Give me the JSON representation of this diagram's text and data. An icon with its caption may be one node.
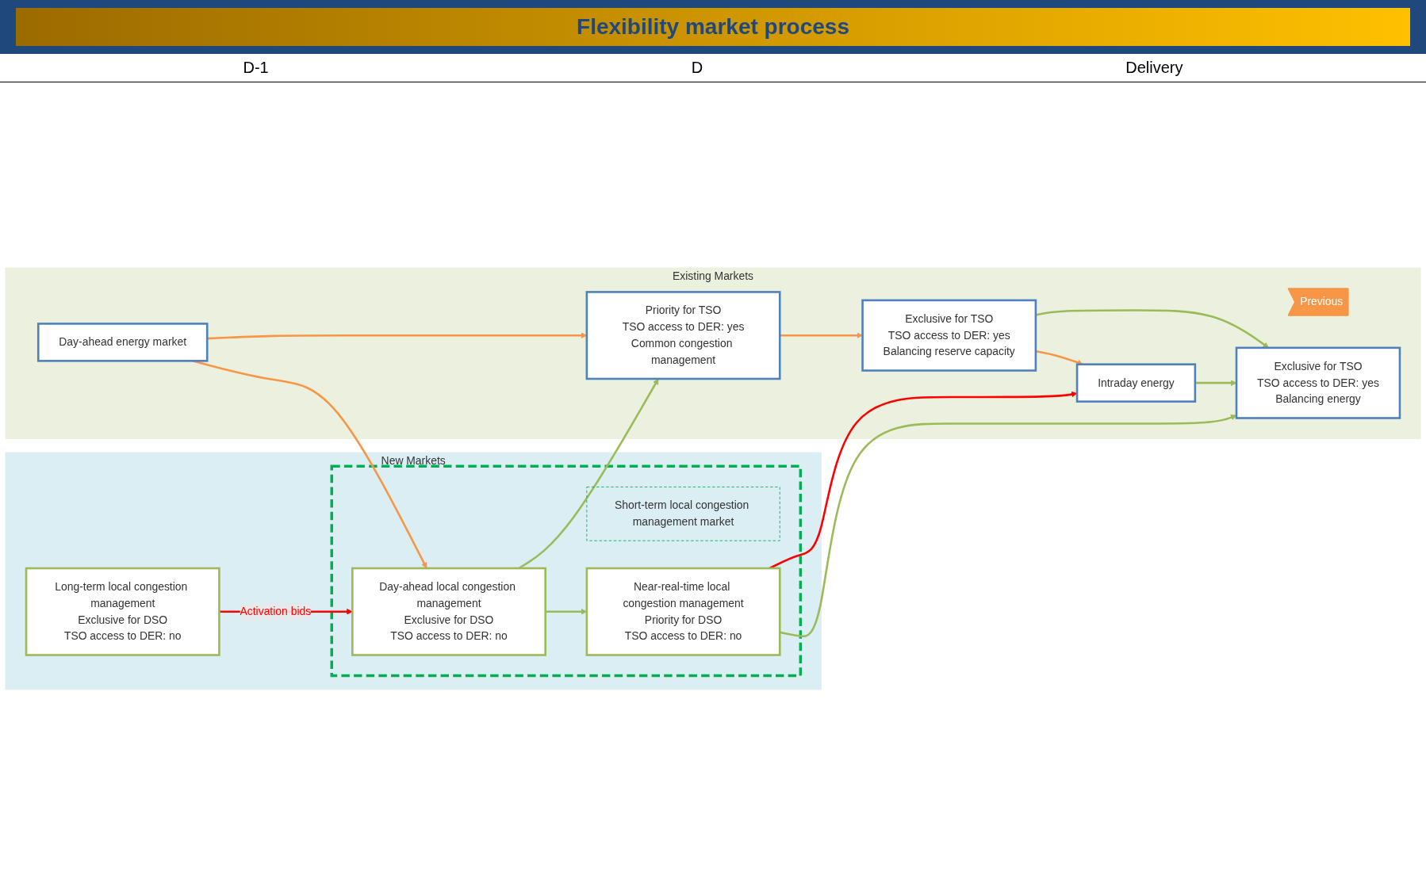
{
  "diagram": {
    "title": "Flexibility market process",
    "nodes": [
      {
        "text": [
          "Existing Markets"
        ]
      },
      {
        "text": [
          "Previous"
        ],
        "in": 0
      },
      {
        "text": [
          "Day-ahead energy market"
        ],
        "in": 0
      },
      {
        "text": [
          "Priority for TSO",
          "TSO access to DER: yes",
          "Common congestion management"
        ],
        "in": 0
      },
      {
        "text": [
          "Exclusive for TSO",
          "TSO access to DER: yes",
          "Balancing reserve capacity"
        ],
        "in": 0
      },
      {
        "text": [
          "Intraday energy"
        ],
        "in": 0
      },
      {
        "text": [
          "Exclusive for TSO",
          "TSO access to DER: yes",
          "Balancing energy"
        ],
        "in": 0
      },
      {
        "text": [
          "New Markets"
        ]
      },
      {
        "text": [
          "Long-term local congestion management",
          "Exclusive for DSO",
          "TSO access to DER: no"
        ],
        "in": 7
      },
      {
        "text": [],
        "shape": "box",
        "in": 7
      },
      {
        "text": [
          "Day-ahead local congestion management",
          "Exclusive for DSO",
          "TSO access to DER: no"
        ],
        "in": 9
      },
      {
        "text": [
          "Short-term local congestion management market"
        ],
        "in": 9
      },
      {
        "text": [
          "Near-real-time local congestion management",
          "Priority for DSO",
          "TSO access to DER: no"
        ],
        "in": 9
      }
    ],
    "edges": [
      {
        "from": 2,
        "to": 3,
        "arrow": "to",
        "color": "#f79646"
      },
      {
        "from": 3,
        "to": 4,
        "arrow": "to",
        "color": "#f79646"
      },
      {
        "from": 4,
        "to": 5,
        "arrow": "to",
        "color": "#f79646"
      },
      {
        "from": 4,
        "to": 6,
        "arrow": "to"
      },
      {
        "from": 5,
        "to": 6,
        "arrow": "to"
      },
      {
        "from": 2,
        "to": 10,
        "arrow": "to",
        "color": "#f79646"
      },
      {
        "from": 8,
        "to": 10,
        "arrow": "to",
        "label": "Activation bids",
        "color": "#ff0000"
      },
      {
        "from": 10,
        "to": 3,
        "arrow": "to"
      },
      {
        "from": 10,
        "to": 12,
        "arrow": "to"
      },
      {
        "from": 12,
        "to": 5,
        "arrow": "to",
        "color": "#ff0000"
      },
      {
        "from": 12,
        "to": 6,
        "arrow": "to"
      }
    ],
    "labels": [
      "D-1",
      "D",
      "Delivery"
    ]
  }
}
